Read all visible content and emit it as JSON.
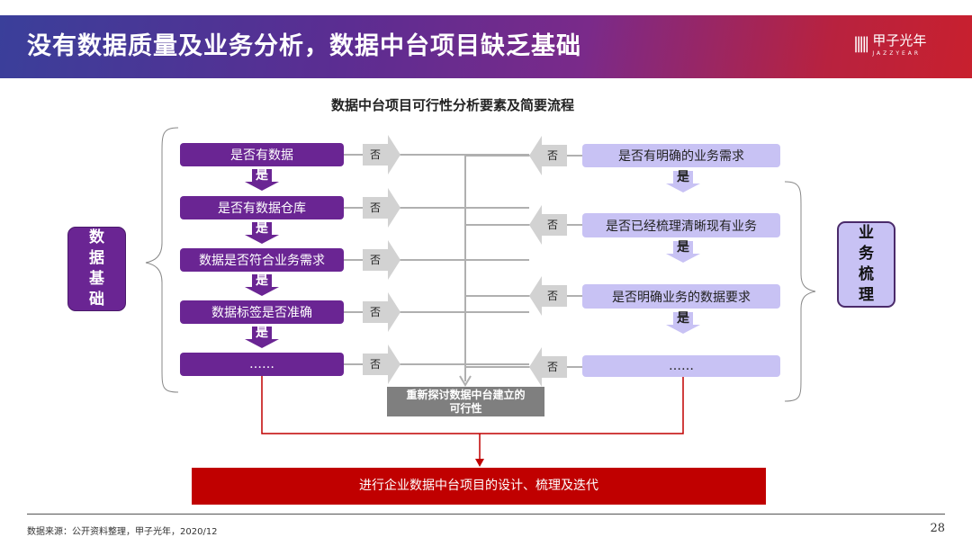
{
  "header": {
    "title": "没有数据质量及业务分析，数据中台项目缺乏基础",
    "logo_cn": "甲子光年",
    "logo_en": "JAZZYEAR"
  },
  "subtitle": "数据中台项目可行性分析要素及简要流程",
  "left_group": {
    "label": [
      "数",
      "据",
      "基",
      "础"
    ],
    "steps": [
      "是否有数据",
      "是否有数据仓库",
      "数据是否符合业务需求",
      "数据标签是否准确",
      "……"
    ]
  },
  "right_group": {
    "label": [
      "业",
      "务",
      "梳",
      "理"
    ],
    "steps": [
      "是否有明确的业务需求",
      "是否已经梳理清晰现有业务",
      "是否明确业务的数据要求",
      "……"
    ]
  },
  "yes_label": "是",
  "no_label": "否",
  "rethink_box": {
    "line1": "重新探讨数据中台建立的",
    "line2": "可行性"
  },
  "final_box": "进行企业数据中台项目的设计、梳理及迭代",
  "footer": {
    "source": "数据来源：公开资料整理，甲子光年，2020/12",
    "page": "28"
  },
  "colors": {
    "dark_purple": "#6a2593",
    "light_purple": "#c8c2f4",
    "red": "#c00000",
    "gray": "#7f7f7f"
  }
}
